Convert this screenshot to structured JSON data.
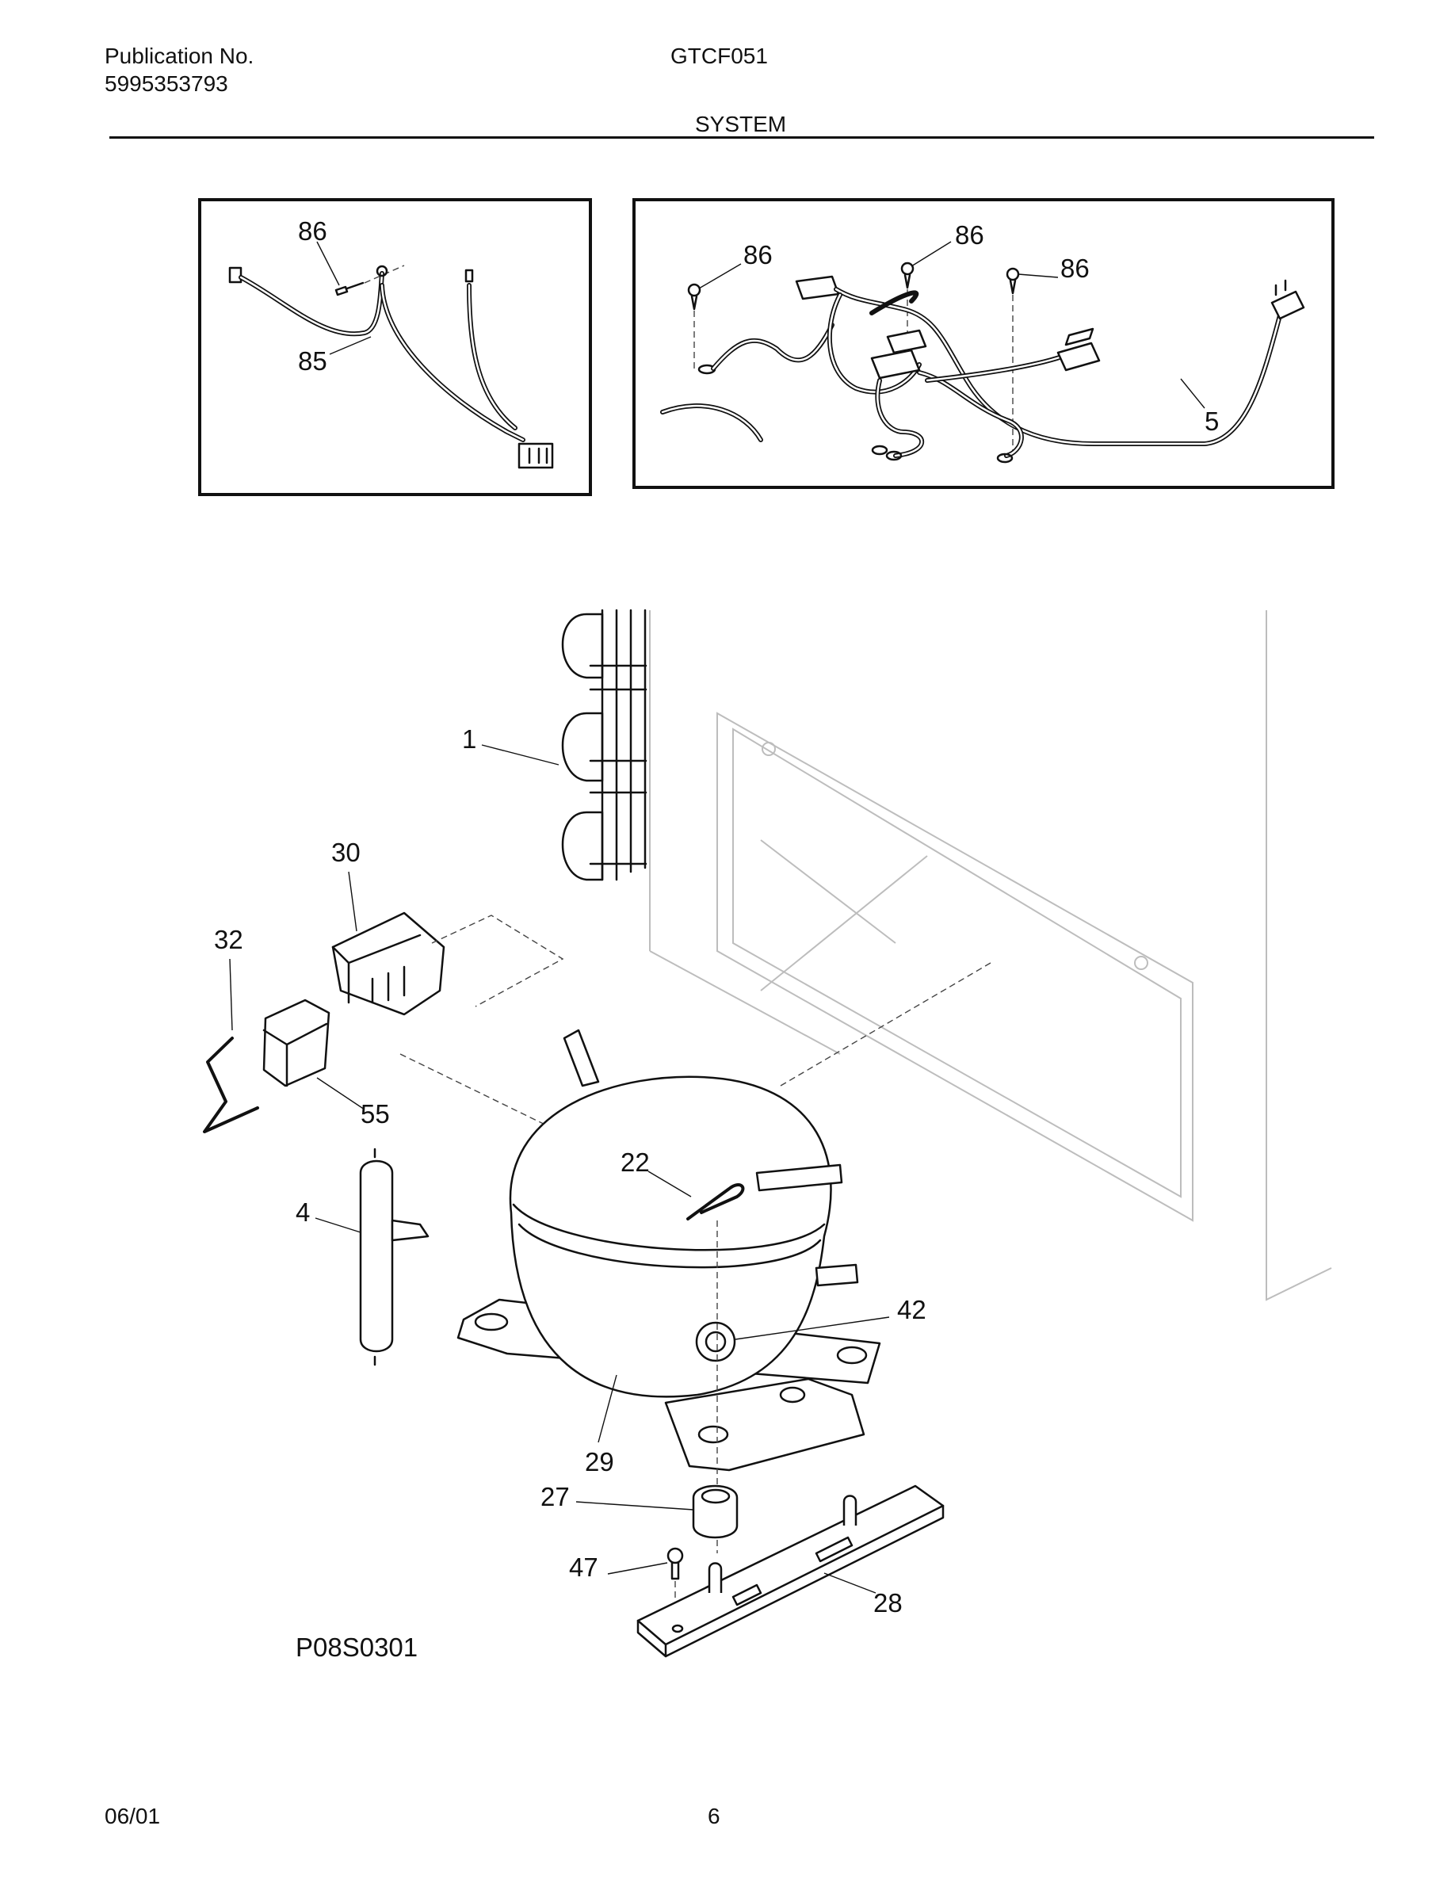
{
  "header": {
    "publication_label": "Publication No.",
    "publication_number": "5995353793",
    "model": "GTCF051",
    "section_title": "SYSTEM"
  },
  "diagram": {
    "figure_code": "P08S0301",
    "callouts": {
      "inset1_screw": "86",
      "inset1_harness": "85",
      "inset2_screw_a": "86",
      "inset2_screw_b": "86",
      "inset2_screw_c": "86",
      "inset2_harness": "5",
      "condenser": "1",
      "relay_cover": "30",
      "clip": "32",
      "relay": "55",
      "drier": "4",
      "clip_compressor": "22",
      "grommet": "42",
      "compressor": "29",
      "mount_grommet": "27",
      "screw": "47",
      "bracket": "28"
    }
  },
  "footer": {
    "date": "06/01",
    "page_number": "6"
  }
}
